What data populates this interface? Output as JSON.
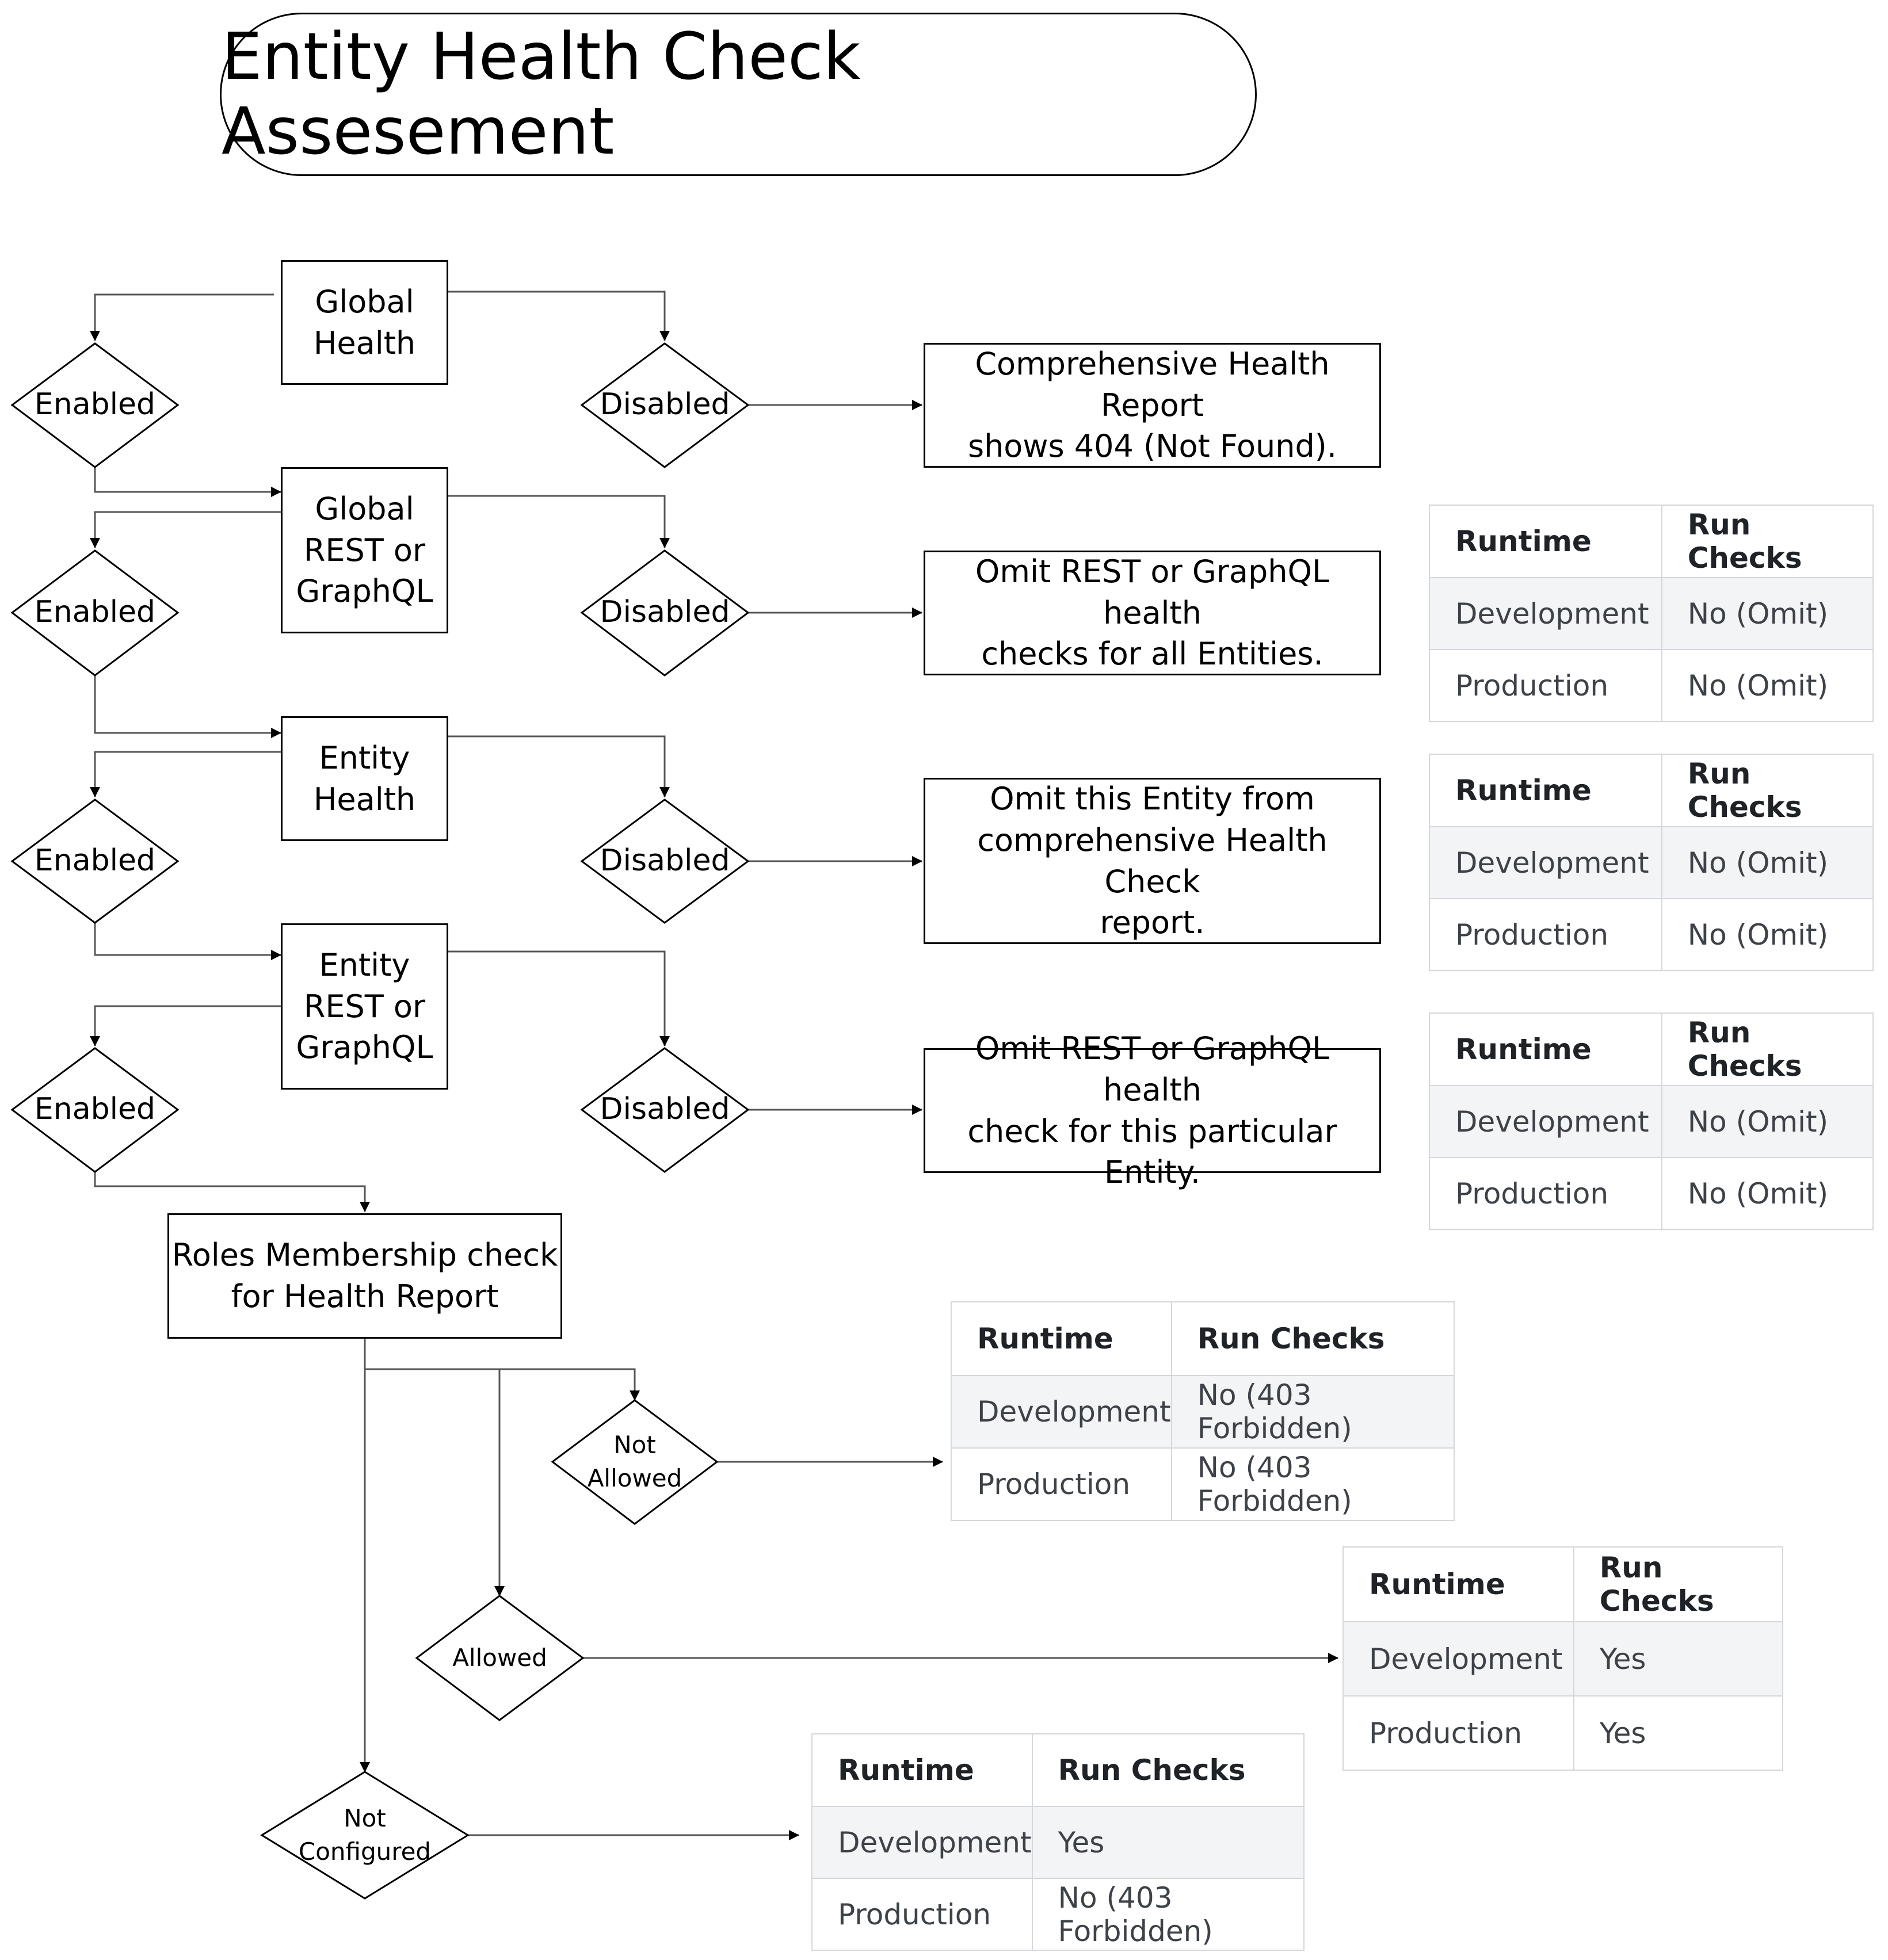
{
  "title": "Entity Health Check Assesement",
  "nodes": {
    "global_health": "Global\nHealth",
    "global_rest_graphql": "Global\nREST or\nGraphQL",
    "entity_health": "Entity\nHealth",
    "entity_rest_graphql": "Entity\nREST or\nGraphQL",
    "roles_check": "Roles Membership check\nfor Health Report"
  },
  "decisions": {
    "enabled": "Enabled",
    "disabled": "Disabled",
    "not_allowed": "Not\nAllowed",
    "allowed": "Allowed",
    "not_configured": "Not\nConfigured"
  },
  "outcomes": {
    "global_health_disabled": "Comprehensive Health Report\nshows 404 (Not Found).",
    "global_rest_disabled": "Omit REST or GraphQL health\nchecks for all Entities.",
    "entity_health_disabled": "Omit this Entity from\ncomprehensive Health Check\nreport.",
    "entity_rest_disabled": "Omit REST or GraphQL health\ncheck for this particular Entity."
  },
  "tables": {
    "header": {
      "runtime": "Runtime",
      "run_checks": "Run Checks"
    },
    "global_rest": {
      "development": "Development",
      "dev_value": "No (Omit)",
      "production": "Production",
      "prod_value": "No (Omit)"
    },
    "entity_health": {
      "development": "Development",
      "dev_value": "No (Omit)",
      "production": "Production",
      "prod_value": "No (Omit)"
    },
    "entity_rest": {
      "development": "Development",
      "dev_value": "No (Omit)",
      "production": "Production",
      "prod_value": "No (Omit)"
    },
    "not_allowed": {
      "development": "Development",
      "dev_value": "No (403 Forbidden)",
      "production": "Production",
      "prod_value": "No (403 Forbidden)"
    },
    "allowed": {
      "development": "Development",
      "dev_value": "Yes",
      "production": "Production",
      "prod_value": "Yes"
    },
    "not_configured": {
      "development": "Development",
      "dev_value": "Yes",
      "production": "Production",
      "prod_value": "No (403 Forbidden)"
    }
  }
}
